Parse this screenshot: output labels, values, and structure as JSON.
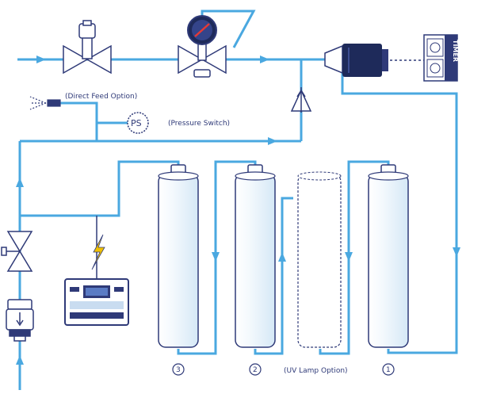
{
  "labels": {
    "direct_feed": "(Direct Feed Option)",
    "pressure_switch": "(Pressure Switch)",
    "ps": "PS",
    "uv_lamp": "(UV Lamp Option)",
    "timer": "TIMER",
    "filter_1": "1",
    "filter_2": "2",
    "filter_3": "3"
  },
  "colors": {
    "pipe": "#4aa8e0",
    "outline": "#2f3a78",
    "filter_fill": "#e6f2fb",
    "motor": "#1e2a5a"
  },
  "icons": {
    "valve": "butterfly-valve-icon",
    "gauge": "pressure-gauge-icon",
    "pump": "pump-motor-icon",
    "lightning": "lightning-bolt-icon"
  }
}
